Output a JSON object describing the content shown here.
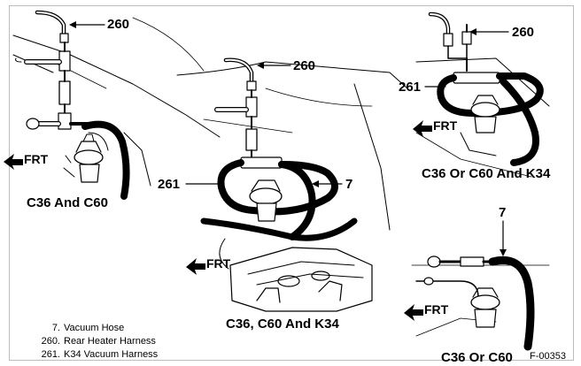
{
  "callouts": {
    "c260": "260",
    "c261": "261",
    "c7": "7"
  },
  "direction": "FRT",
  "captions": {
    "panel1": "C36 And C60",
    "panel2": "C36, C60 And K34",
    "panel3": "C36 Or C60 And K34",
    "panel4": "C36 Or C60"
  },
  "legend": [
    {
      "key": "7.",
      "text": "Vacuum Hose"
    },
    {
      "key": "260.",
      "text": "Rear Heater Harness"
    },
    {
      "key": "261.",
      "text": "K34 Vacuum Harness"
    }
  ],
  "figure_id": "F-00353"
}
